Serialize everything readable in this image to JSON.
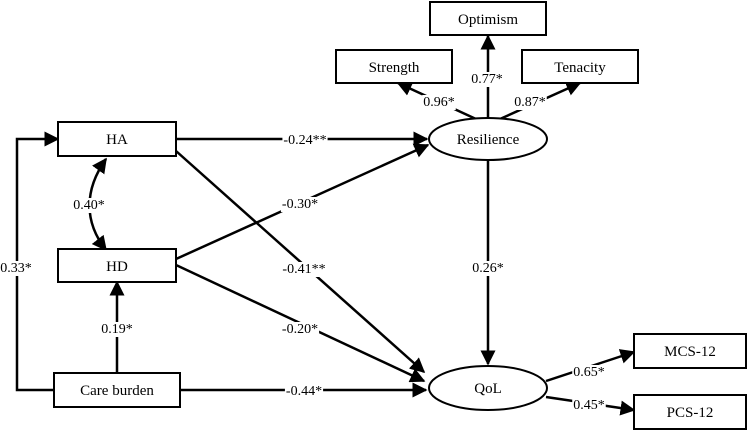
{
  "nodes": {
    "optimism": "Optimism",
    "strength": "Strength",
    "tenacity": "Tenacity",
    "resilience": "Resilience",
    "ha": "HA",
    "hd": "HD",
    "care_burden": "Care burden",
    "qol": "QoL",
    "mcs": "MCS-12",
    "pcs": "PCS-12"
  },
  "paths": {
    "resilience_optimism": "0.77*",
    "resilience_strength": "0.96*",
    "resilience_tenacity": "0.87*",
    "ha_resilience": "-0.24**",
    "hd_resilience": "-0.30*",
    "ha_qol": "-0.41**",
    "hd_qol": "-0.20*",
    "resilience_qol": "0.26*",
    "ha_hd": "0.40*",
    "care_ha": "0.33*",
    "care_hd": "0.19*",
    "care_qol": "-0.44*",
    "qol_mcs": "0.65*",
    "qol_pcs": "0.45*"
  }
}
